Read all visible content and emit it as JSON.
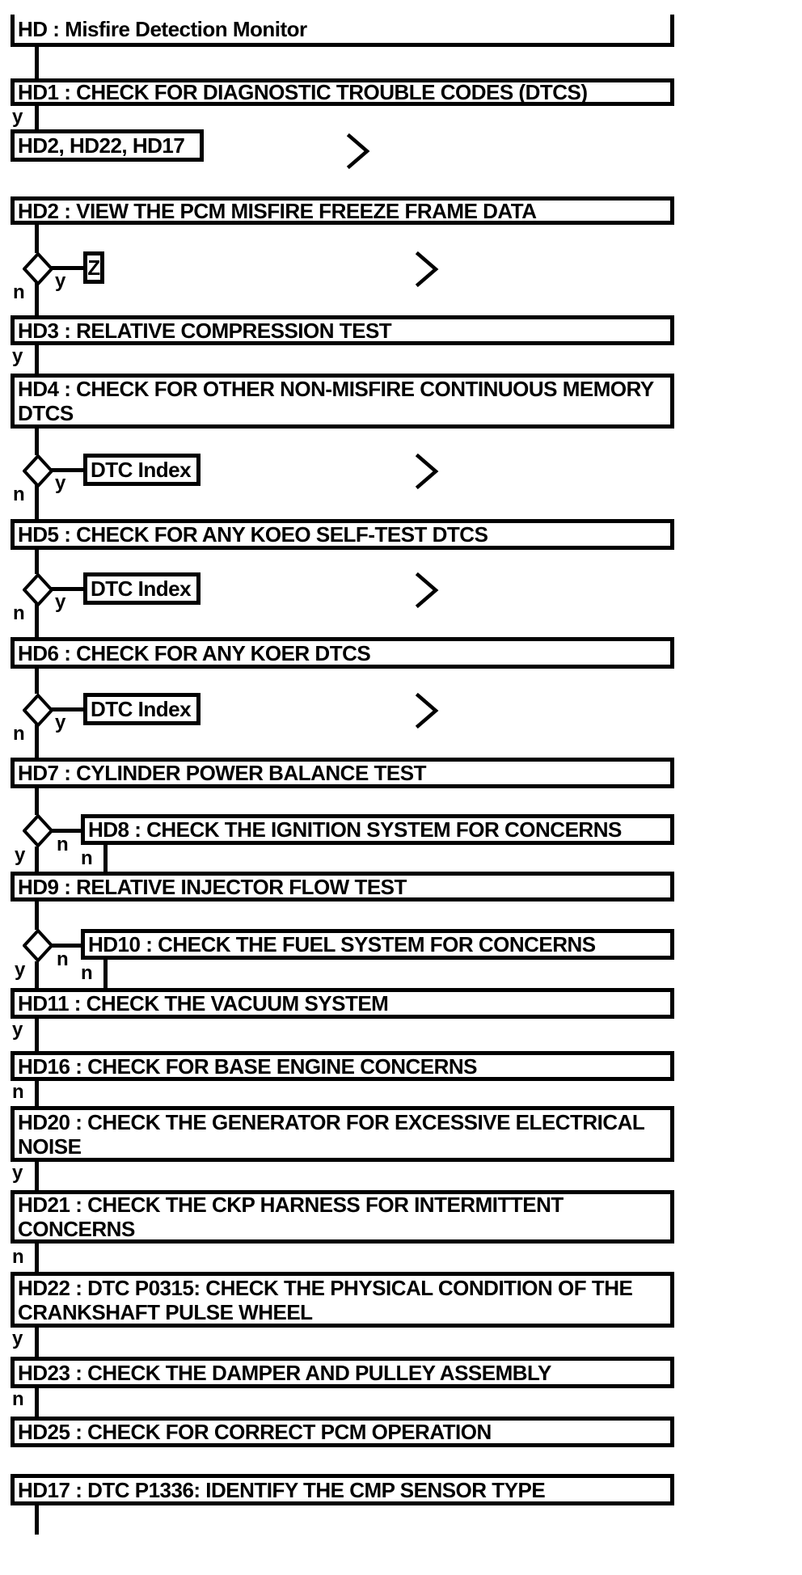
{
  "boxes": {
    "header": "HD : Misfire Detection Monitor",
    "hd1": "HD1 : CHECK FOR DIAGNOSTIC TROUBLE CODES (DTCS)",
    "goto": "HD2, HD22, HD17",
    "hd2": "HD2 : VIEW THE PCM MISFIRE FREEZE FRAME DATA",
    "z_connector": "Z",
    "dtc_index": "DTC Index",
    "hd3": "HD3 : RELATIVE COMPRESSION TEST",
    "hd4": "HD4 : CHECK FOR OTHER NON-MISFIRE CONTINUOUS MEMORY DTCS",
    "hd5": "HD5 : CHECK FOR ANY KOEO SELF-TEST DTCS",
    "hd6": "HD6 : CHECK FOR ANY KOER DTCS",
    "hd7": "HD7 : CYLINDER POWER BALANCE TEST",
    "hd8": "HD8 : CHECK THE IGNITION SYSTEM FOR CONCERNS",
    "hd9": "HD9 : RELATIVE INJECTOR FLOW TEST",
    "hd10": "HD10 : CHECK THE FUEL SYSTEM FOR CONCERNS",
    "hd11": "HD11 : CHECK THE VACUUM SYSTEM",
    "hd16": "HD16 : CHECK FOR BASE ENGINE CONCERNS",
    "hd20": "HD20 : CHECK THE GENERATOR FOR EXCESSIVE ELECTRICAL NOISE",
    "hd21": "HD21 : CHECK THE CKP HARNESS FOR INTERMITTENT CONCERNS",
    "hd22": "HD22 : DTC P0315: CHECK THE PHYSICAL CONDITION OF THE CRANKSHAFT PULSE WHEEL",
    "hd23": "HD23 : CHECK THE DAMPER AND PULLEY ASSEMBLY",
    "hd25": "HD25 : CHECK FOR CORRECT PCM OPERATION",
    "hd17": "HD17 : DTC P1336: IDENTIFY THE CMP SENSOR TYPE"
  },
  "branch_labels": {
    "yes": "y",
    "no": "n"
  },
  "icons": {
    "continue_chevron": "chevron-right"
  },
  "colors": {
    "line": "#000000",
    "text": "#000000",
    "background": "#ffffff"
  }
}
